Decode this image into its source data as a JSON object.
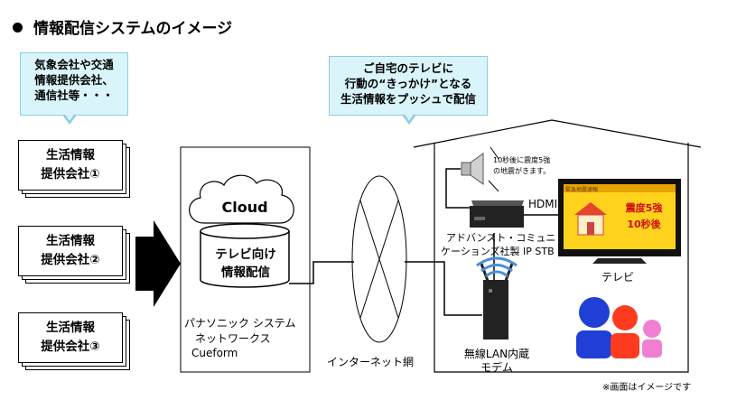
{
  "title": "情報配信システムのイメージ",
  "callout_left": {
    "lines": [
      "気象会社や交通",
      "情報提供会社、",
      "通信社等・・・"
    ]
  },
  "callout_right": {
    "lines": [
      "ご自宅のテレビに",
      "行動の“きっかけ”となる",
      "生活情報をプッシュで配信"
    ]
  },
  "providers": [
    {
      "line1": "生活情報",
      "line2": "提供会社①"
    },
    {
      "line1": "生活情報",
      "line2": "提供会社②"
    },
    {
      "line1": "生活情報",
      "line2": "提供会社③"
    }
  ],
  "server": {
    "cloud_label": "Cloud",
    "db_line1": "テレビ向け",
    "db_line2": "情報配信",
    "company_line1": "パナソニック システム",
    "company_line2": "ネットワークス",
    "company_line3": "Cueform"
  },
  "internet_label": "インターネット網",
  "house": {
    "speaker_line1": "10秒後に震度5強",
    "speaker_line2": "の地震がきます。",
    "hdmi_label": "HDMI",
    "stb_line1": "アドバンスト・コミュニ",
    "stb_line2": "ケーションズ社製 IP STB",
    "tv_label": "テレビ",
    "tv_screen": {
      "header": "緊急地震速報",
      "headline1": "震度5強",
      "headline2": "10秒後"
    },
    "modem_line1": "無線LAN内蔵",
    "modem_line2": "モデム"
  },
  "footnote": "※画面はイメージです",
  "colors": {
    "callout_fill": "#d9f4fb",
    "callout_border": "#8ccde0",
    "person_blue": "#1f3fd6",
    "person_red": "#ff3b1f",
    "person_pink": "#f07fd2",
    "tv_screen_yellow": "#ffd21e"
  }
}
